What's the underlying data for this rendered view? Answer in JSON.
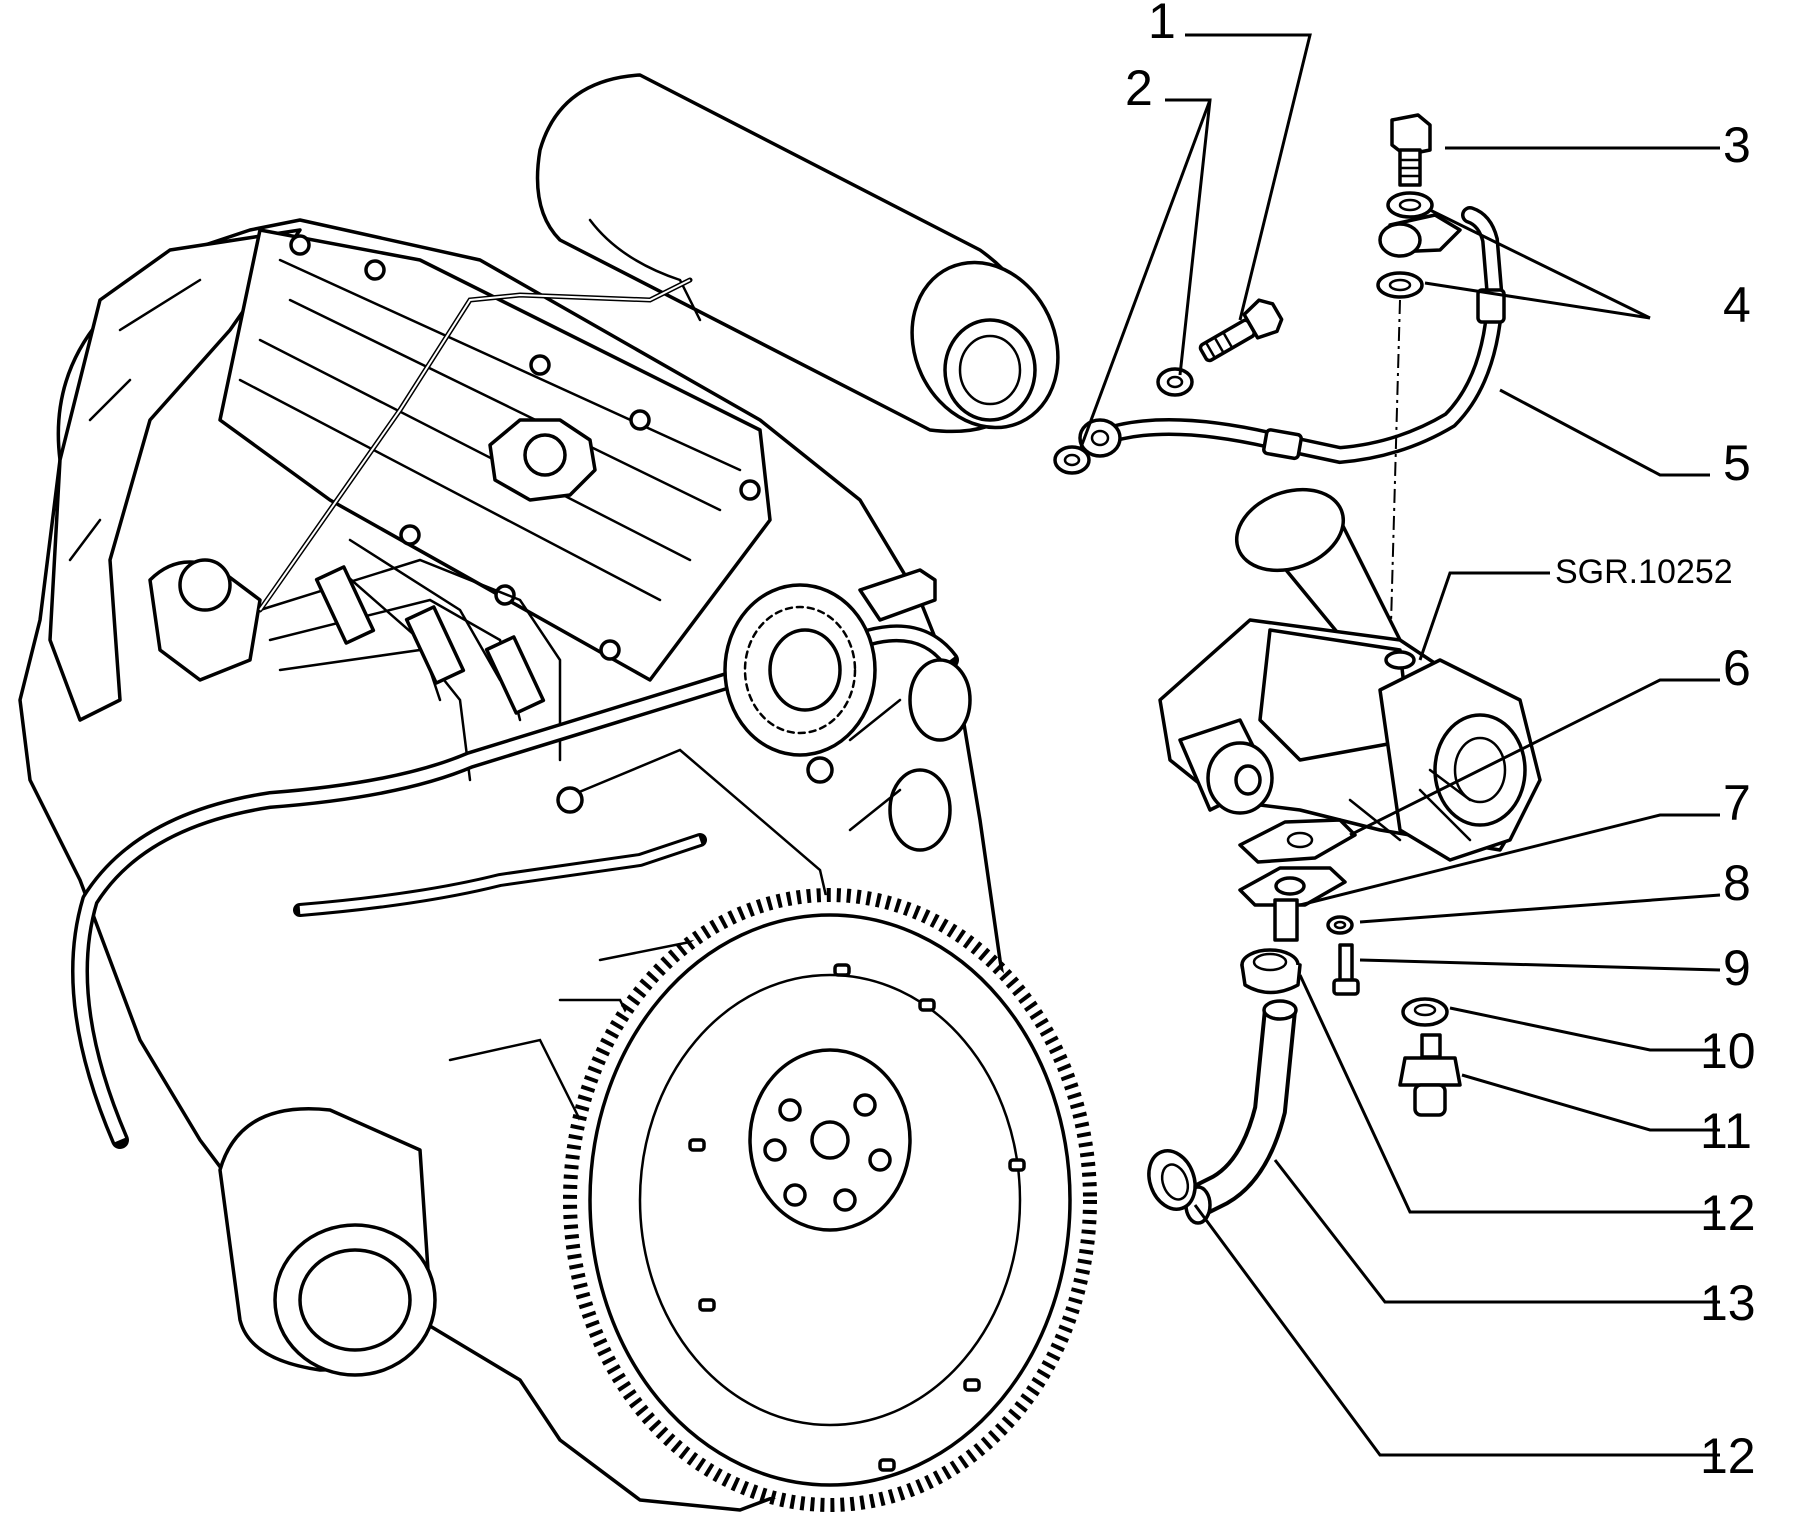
{
  "callouts": [
    "1",
    "2",
    "3",
    "4",
    "5",
    "6",
    "7",
    "8",
    "9",
    "10",
    "11",
    "12",
    "13",
    "12"
  ],
  "reference": "SGR.10252"
}
